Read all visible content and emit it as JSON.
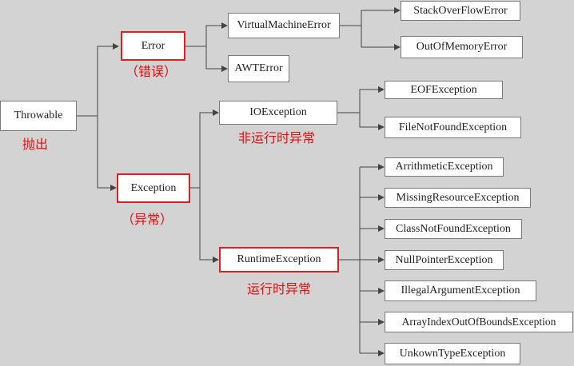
{
  "colors": {
    "background": "#d3d3d3",
    "box_border": "#7a7a7a",
    "highlight_border": "#e02020",
    "note_text": "#e01010",
    "line": "#444444"
  },
  "nodes": {
    "throwable": "Throwable",
    "error": "Error",
    "exception": "Exception",
    "virtual_machine_error": "VirtualMachineError",
    "awt_error": "AWTError",
    "stack_overflow_error": "StackOverFlowError",
    "out_of_memory_error": "OutOfMemoryError",
    "io_exception": "IOException",
    "runtime_exception": "RuntimeException",
    "eof_exception": "EOFException",
    "file_not_found_exception": "FileNotFoundException",
    "arithmetic_exception": "ArrithmeticException",
    "missing_resource_exception": "MissingResourceException",
    "class_not_found_exception": "ClassNotFoundException",
    "null_pointer_exception": "NullPointerException",
    "illegal_argument_exception": "IllegalArgumentException",
    "array_index_out_of_bounds_exception": "ArrayIndexOutOfBoundsException",
    "unknown_type_exception": "UnkownTypeException"
  },
  "notes": {
    "throwable": "抛出",
    "error": "（错误）",
    "exception": "（异常）",
    "io_exception": "非运行时异常",
    "runtime_exception": "运行时异常"
  }
}
